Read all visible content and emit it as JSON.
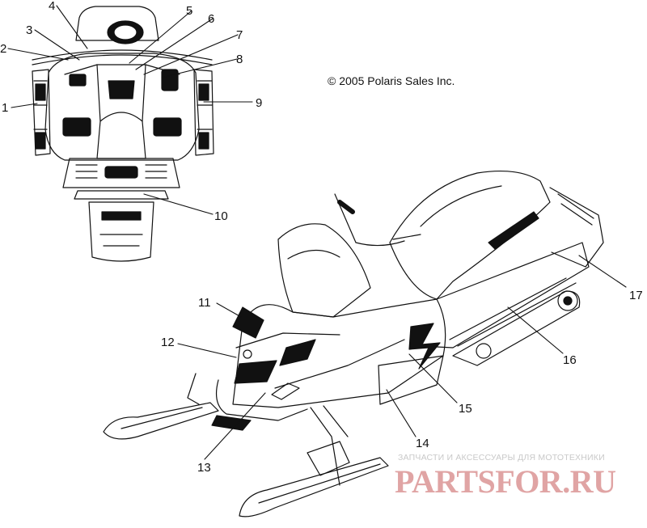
{
  "copyright": "© 2005 Polaris Sales Inc.",
  "watermark": {
    "tagline": "ЗАПЧАСТИ И АКСЕССУАРЫ ДЛЯ МОТОТЕХНИКИ",
    "brand": "PARTSFOR.RU",
    "color": "#e0a4a4"
  },
  "callouts": [
    "1",
    "2",
    "3",
    "4",
    "5",
    "6",
    "7",
    "8",
    "9",
    "10",
    "11",
    "12",
    "13",
    "14",
    "15",
    "16",
    "17"
  ],
  "line_color": "#111111"
}
